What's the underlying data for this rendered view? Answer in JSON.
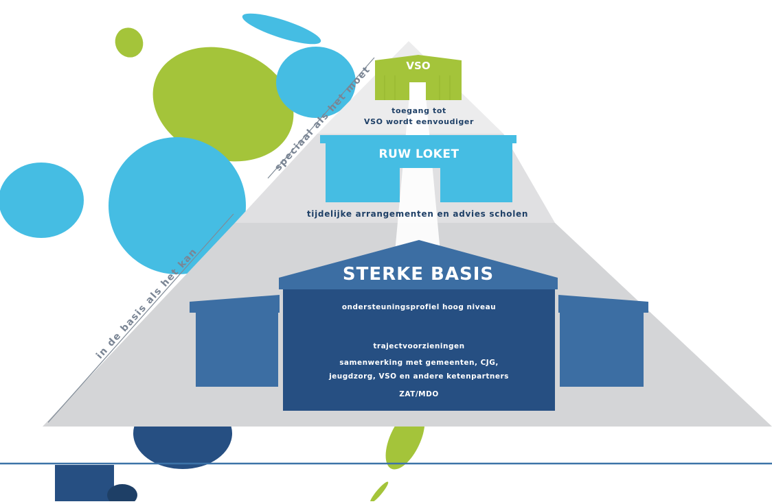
{
  "colors": {
    "green": "#a4c43a",
    "cyan": "#45bde3",
    "navy": "#264f82",
    "navy_dark": "#1e3f66",
    "gray_light": "#ececed",
    "gray_mid": "#e0e0e2",
    "gray_dark": "#d4d5d7",
    "line": "#3c73a8"
  },
  "side_labels": {
    "upper": "speciaal als het moet",
    "lower": "in de basis als het kan"
  },
  "tiers": {
    "vso": {
      "title": "VSO",
      "caption_line1": "toegang tot",
      "caption_line2": "VSO wordt eenvoudiger"
    },
    "ruw_loket": {
      "title": "RUW LOKET",
      "caption": "tijdelijke arrangementen en advies scholen"
    },
    "sterke_basis": {
      "title": "STERKE BASIS",
      "item_profiel": "ondersteuningsprofiel hoog niveau",
      "item_traject": "trajectvoorzieningen",
      "item_samenwerking_line1": "samenwerking met gemeenten, CJG,",
      "item_samenwerking_line2": "jeugdzorg, VSO en andere ketenpartners",
      "item_zat": "ZAT/MDO"
    }
  }
}
